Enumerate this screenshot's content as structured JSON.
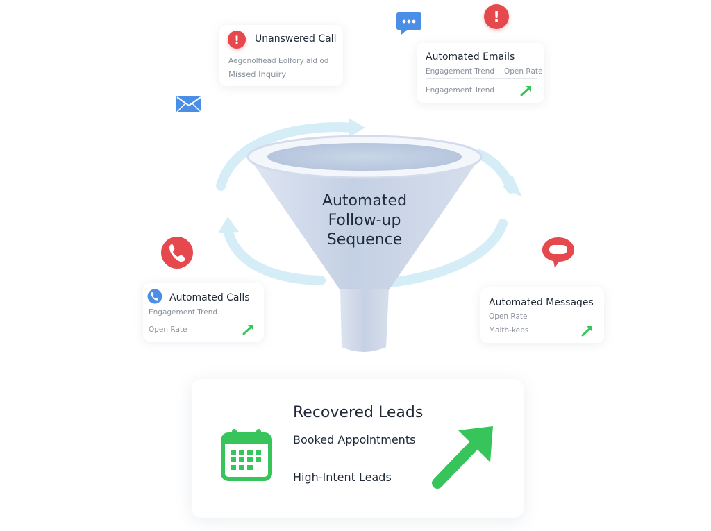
{
  "cards": {
    "unanswered": {
      "title": "Unanswered Call",
      "line1": "Aegonolfiead Eolfory ald od",
      "line2": "Missed Inquiry"
    },
    "emails": {
      "title": "Automated Emails",
      "col1": "Engagement Trend",
      "col2": "Open Rate",
      "row2": "Engagement Trend"
    },
    "calls": {
      "title": "Automated Calls",
      "line1": "Engagement Trend",
      "line2": "Open Rate"
    },
    "messages": {
      "title": "Automated Messages",
      "line1": "Open Rate",
      "line2": "Maith-kebs"
    }
  },
  "funnel": {
    "line1": "Automated",
    "line2": "Follow-up",
    "line3": "Sequence"
  },
  "result": {
    "title": "Recovered Leads",
    "item1": "Booked Appointments",
    "item2": "High-Intent Leads"
  },
  "icons": {
    "alert": "exclamation-icon",
    "email": "envelope-icon",
    "chat": "chat-bubble-icon",
    "phone": "phone-icon",
    "message": "message-bubble-icon",
    "calendar": "calendar-icon",
    "trend": "trend-up-arrow-icon"
  },
  "colors": {
    "alert_red": "#e5484d",
    "email_blue": "#4a8ee6",
    "growth_green": "#37c45a",
    "funnel_blue": "#c9d4e6",
    "cycle_arrow": "#d8eef7"
  }
}
